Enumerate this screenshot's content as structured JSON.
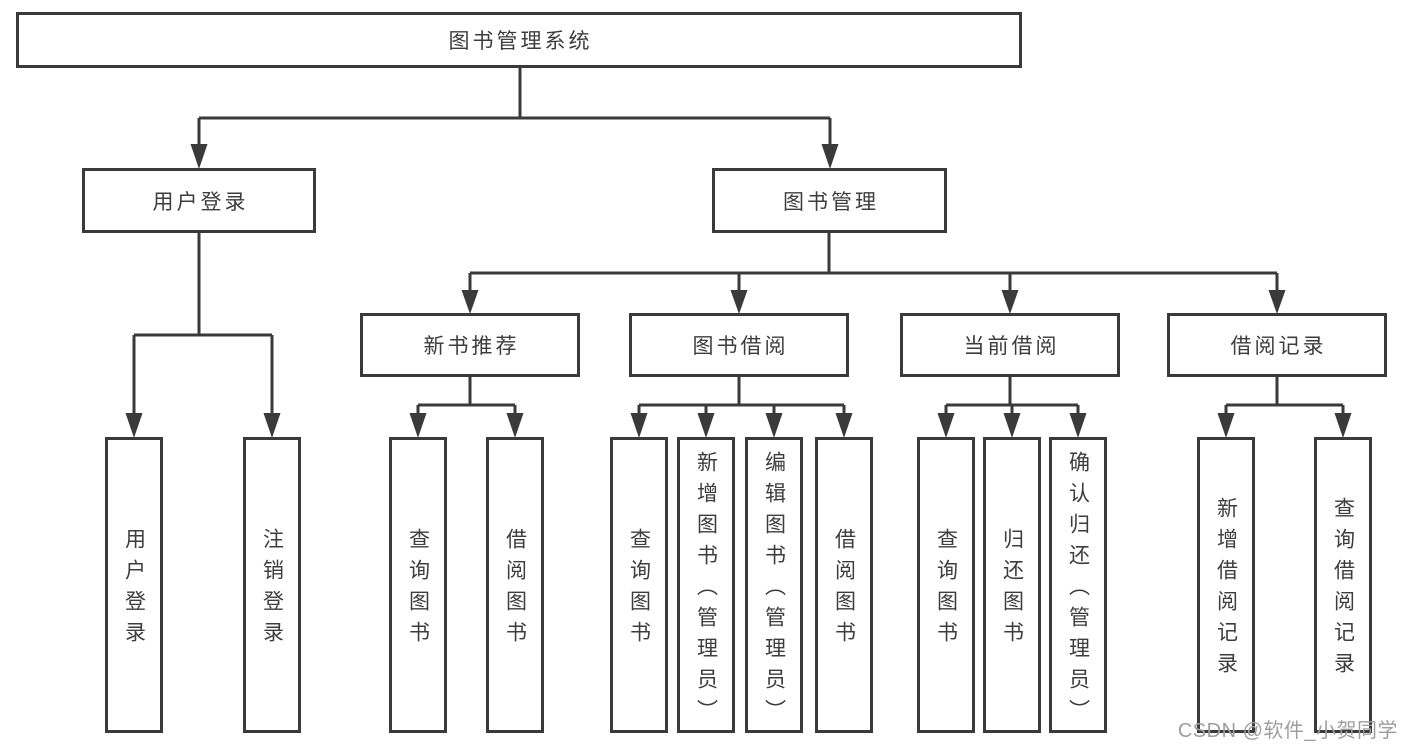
{
  "title": "图书管理系统",
  "branches": {
    "user": {
      "label": "用户登录",
      "children": [
        "用户登录",
        "注销登录"
      ]
    },
    "book": {
      "label": "图书管理",
      "sections": [
        {
          "label": "新书推荐",
          "children": [
            "查询图书",
            "借阅图书"
          ]
        },
        {
          "label": "图书借阅",
          "children": [
            "查询图书",
            "新增图书（管理员）",
            "编辑图书（管理员）",
            "借阅图书"
          ]
        },
        {
          "label": "当前借阅",
          "children": [
            "查询图书",
            "归还图书",
            "确认归还（管理员）"
          ]
        },
        {
          "label": "借阅记录",
          "children": [
            "新增借阅记录",
            "查询借阅记录"
          ]
        }
      ]
    }
  },
  "watermark": "CSDN @软件_小贺同学",
  "colors": {
    "line": "#3a3a3a",
    "text": "#3d3d3d",
    "watermark": "#9e9e9e"
  }
}
